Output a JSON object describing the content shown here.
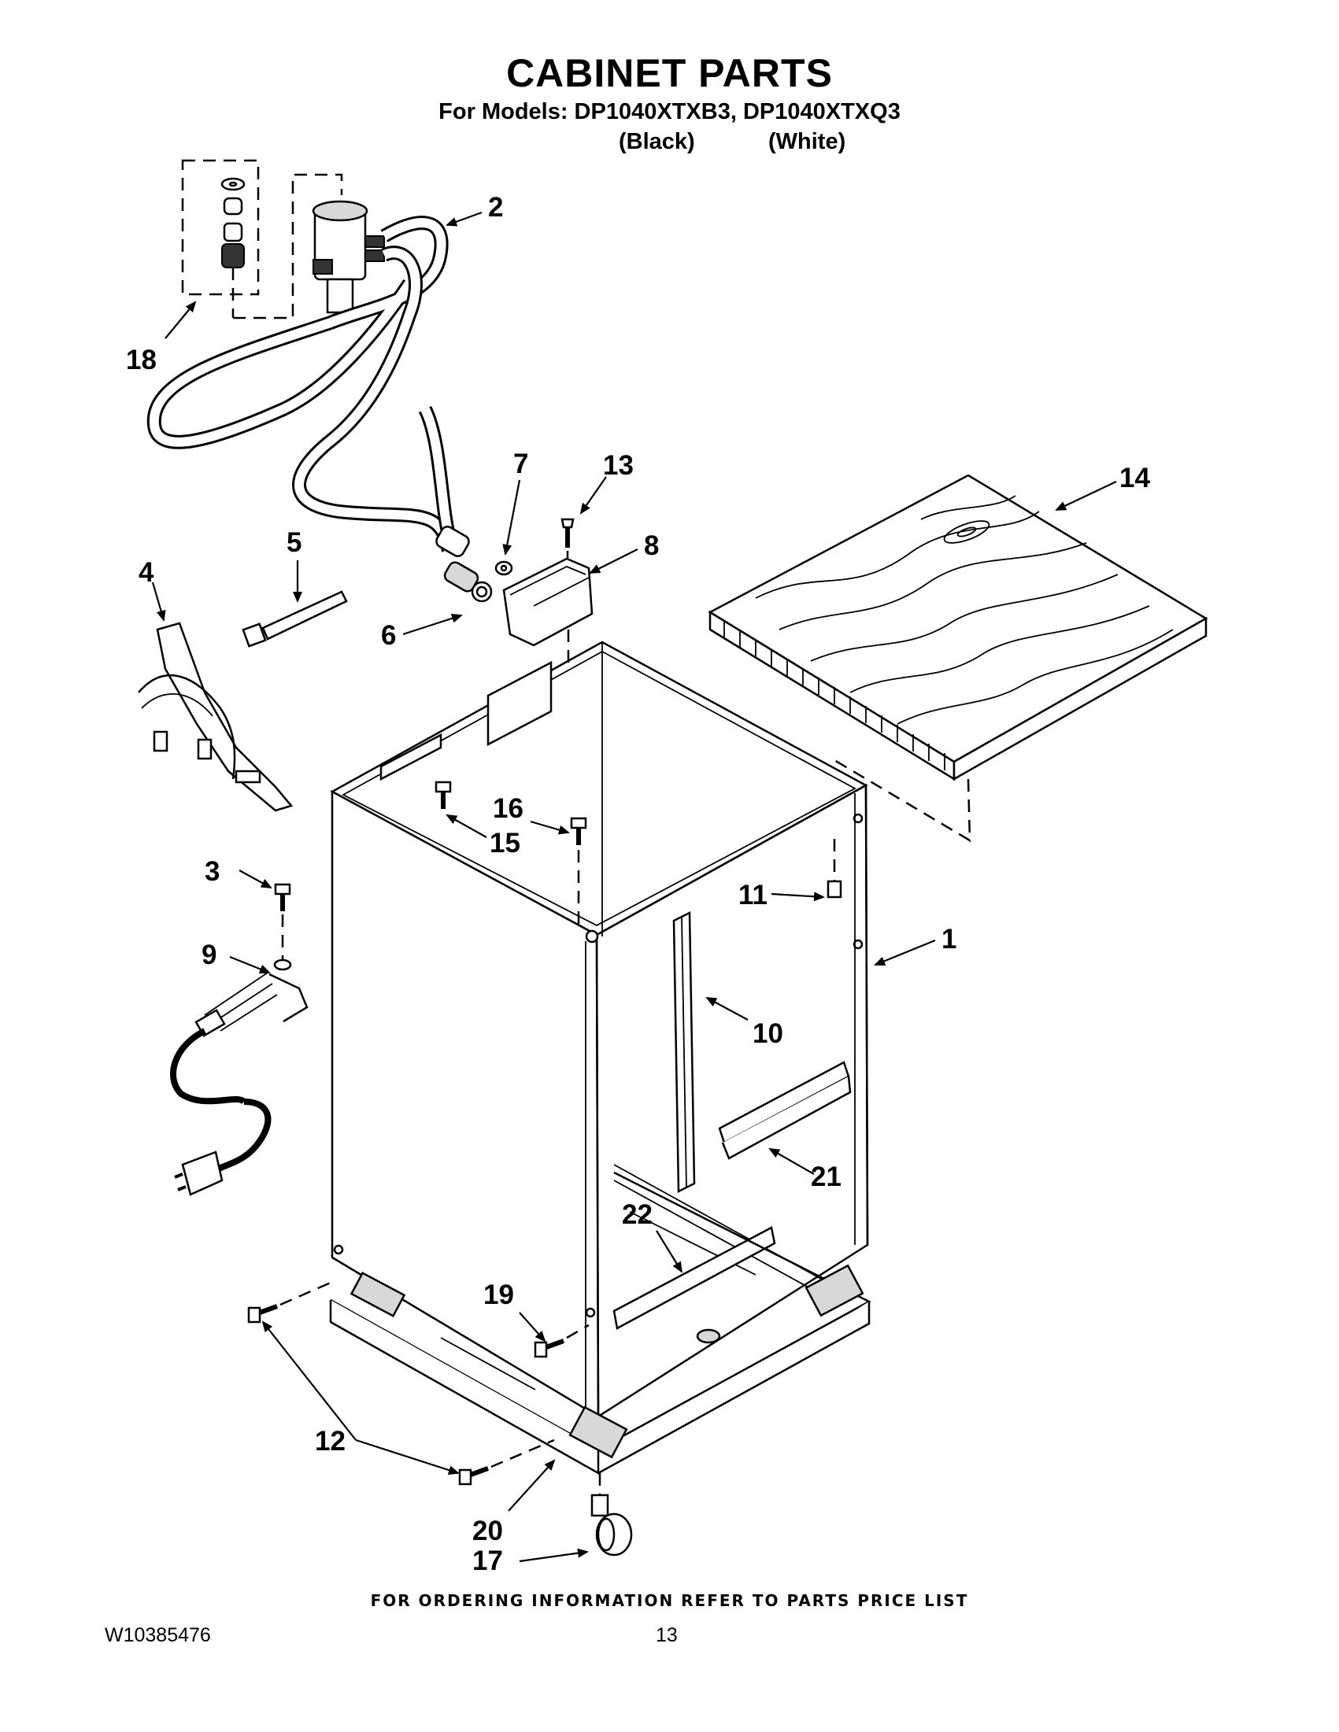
{
  "header": {
    "title": "CABINET PARTS",
    "models_line": "For Models: DP1040XTXB3, DP1040XTXQ3",
    "color_black": "(Black)",
    "color_white": "(White)"
  },
  "callouts": [
    "1",
    "2",
    "3",
    "4",
    "5",
    "6",
    "7",
    "8",
    "9",
    "10",
    "11",
    "12",
    "13",
    "14",
    "15",
    "16",
    "17",
    "18",
    "19",
    "20",
    "21",
    "22"
  ],
  "footer": {
    "ordering_note": "FOR ORDERING INFORMATION REFER TO PARTS PRICE LIST",
    "doc_number": "W10385476",
    "page_number": "13"
  }
}
